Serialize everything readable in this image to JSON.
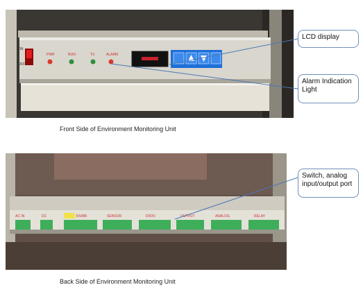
{
  "callouts": {
    "lcd_display": "LCD display",
    "alarm_light": "Alarm Indication Light",
    "switch_port": "Switch, analog input/output port"
  },
  "captions": {
    "front": "Front Side of Environment Monitoring Unit",
    "back": "Back Side of Environment Monitoring Unit"
  },
  "front_panel": {
    "power_switch_labels": [
      "ON",
      "OFF"
    ],
    "indicator_labels": [
      "PWR",
      "RUN",
      "TX",
      "ALARM"
    ]
  },
  "back_panel": {
    "port_labels": [
      "AC IN",
      "DC",
      "RS485",
      "SENSOR",
      "DI/DO",
      "OUTPUT",
      "ANALOG",
      "RELAY"
    ]
  },
  "colors": {
    "callout_border": "#6f8fb8",
    "indicator_red": "#d93a2a",
    "indicator_green": "#2e8f3a",
    "terminal_green": "#3fae5a",
    "lcd_blue": "#1e6fd8"
  }
}
